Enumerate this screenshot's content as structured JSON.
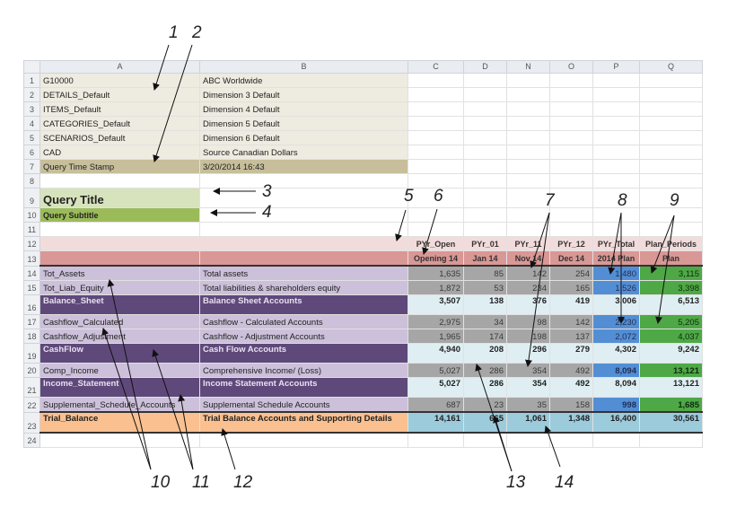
{
  "columns": [
    "A",
    "B",
    "C",
    "D",
    "N",
    "O",
    "P",
    "Q"
  ],
  "metadata_rows": [
    {
      "row": "1",
      "a": "G10000",
      "b": "ABC Worldwide"
    },
    {
      "row": "2",
      "a": "DETAILS_Default",
      "b": "Dimension 3 Default"
    },
    {
      "row": "3",
      "a": "ITEMS_Default",
      "b": "Dimension 4 Default"
    },
    {
      "row": "4",
      "a": "CATEGORIES_Default",
      "b": "Dimension 5 Default"
    },
    {
      "row": "5",
      "a": "SCENARIOS_Default",
      "b": "Dimension 6 Default"
    },
    {
      "row": "6",
      "a": "CAD",
      "b": "Source Canadian Dollars"
    },
    {
      "row": "7",
      "a": "Query Time Stamp",
      "b": "3/20/2014 16:43"
    }
  ],
  "row_numbers": [
    "8",
    "9",
    "10",
    "11",
    "12",
    "13",
    "24"
  ],
  "query": {
    "title": "Query Title",
    "subtitle": "Query Subtitle"
  },
  "header": {
    "row12": [
      "PYr_Open",
      "PYr_01",
      "PYr_11",
      "PYr_12",
      "PYr_Total",
      "Plan_Periods"
    ],
    "row13": [
      "Opening 14",
      "Jan 14",
      "Nov 14",
      "Dec 14",
      "2014 Plan",
      "Plan"
    ]
  },
  "data_rows": [
    {
      "row": "14",
      "a": "Tot_Assets",
      "b": "Total assets",
      "c": "1,635",
      "d": "85",
      "n": "142",
      "o": "254",
      "p": "1,480",
      "q": "3,115"
    },
    {
      "row": "15",
      "a": "Tot_Liab_Equity",
      "b": "Total liabilities & shareholders equity",
      "c": "1,872",
      "d": "53",
      "n": "234",
      "o": "165",
      "p": "1,526",
      "q": "3,398"
    },
    {
      "row": "16",
      "a": "Balance_Sheet",
      "b": "Balance Sheet Accounts",
      "c": "3,507",
      "d": "138",
      "n": "376",
      "o": "419",
      "p": "3,006",
      "q": "6,513"
    },
    {
      "row": "17",
      "a": "Cashflow_Calculated",
      "b": "Cashflow - Calculated Accounts",
      "c": "2,975",
      "d": "34",
      "n": "98",
      "o": "142",
      "p": "2,230",
      "q": "5,205"
    },
    {
      "row": "18",
      "a": "Cashflow_Adjustment",
      "b": "Cashflow - Adjustment Accounts",
      "c": "1,965",
      "d": "174",
      "n": "198",
      "o": "137",
      "p": "2,072",
      "q": "4,037"
    },
    {
      "row": "19",
      "a": "CashFlow",
      "b": "Cash Flow Accounts",
      "c": "4,940",
      "d": "208",
      "n": "296",
      "o": "279",
      "p": "4,302",
      "q": "9,242"
    },
    {
      "row": "20",
      "a": "Comp_Income",
      "b": "Comprehensive Income/ (Loss)",
      "c": "5,027",
      "d": "286",
      "n": "354",
      "o": "492",
      "p": "8,094",
      "q": "13,121"
    },
    {
      "row": "21",
      "a": "Income_Statement",
      "b": "Income Statement Accounts",
      "c": "5,027",
      "d": "286",
      "n": "354",
      "o": "492",
      "p": "8,094",
      "q": "13,121"
    },
    {
      "row": "22",
      "a": "Supplemental_Schedule_Accounts",
      "b": "Supplemental Schedule Accounts",
      "c": "687",
      "d": "23",
      "n": "35",
      "o": "158",
      "p": "998",
      "q": "1,685"
    },
    {
      "row": "23",
      "a": "Trial_Balance",
      "b": "Trial Balance Accounts and Supporting Details",
      "c": "14,161",
      "d": "665",
      "n": "1,061",
      "o": "1,348",
      "p": "16,400",
      "q": "30,561"
    }
  ],
  "callouts": [
    "1",
    "2",
    "3",
    "4",
    "5",
    "6",
    "7",
    "8",
    "9",
    "10",
    "11",
    "12",
    "13",
    "14"
  ],
  "colors": {
    "lavender": "#ccc0da",
    "dark_purple": "#5f497a",
    "gray": "#a6a6a6",
    "blue": "#538ed5",
    "green": "#4ea846",
    "orange": "#fac090",
    "teal": "#9ccbdc",
    "header_pink": "#f2dcdb",
    "header_rose": "#d99795"
  }
}
